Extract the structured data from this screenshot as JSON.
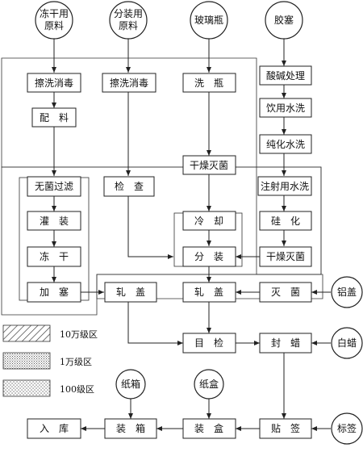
{
  "materials": {
    "freeze_dry_raw": [
      "冻干用",
      "原料"
    ],
    "split_raw": [
      "分装用",
      "原料"
    ],
    "glass_bottle": "玻璃瓶",
    "rubber_stopper": "胶塞",
    "aluminum_cap": "铝盖",
    "white_wax": "白蜡",
    "paper_box": "纸箱",
    "paper_carton": "纸盒",
    "label": "标签"
  },
  "steps": {
    "scrub_disinfect_1": "擦洗消毒",
    "scrub_disinfect_2": "擦洗消毒",
    "wash_bottle": "洗　瓶",
    "acid_base": "酸碱处理",
    "drink_water_wash": "饮用水洗",
    "pure_water_wash": "纯化水洗",
    "batching": "配　料",
    "dry_sterilize_bottle": "干燥灭菌",
    "sterile_filter": "无菌过滤",
    "inspect": "检　查",
    "wfi_wash": "注射用水洗",
    "filling": "灌　装",
    "cooling": "冷　却",
    "siliconize": "硅　化",
    "freeze_dry": "冻　干",
    "dispense": "分　装",
    "dry_sterilize_stopper": "干燥灭菌",
    "stoppering": "加　塞",
    "capping_1": "轧　盖",
    "capping_2": "轧　盖",
    "sterilize_cap": "灭　菌",
    "visual_check": "目　检",
    "wax_seal": "封　蜡",
    "warehouse": "入　库",
    "boxing": "装　箱",
    "carton": "装　盒",
    "labeling": "贴　签"
  },
  "legend": {
    "class_100k": "10万级区",
    "class_10k": "1万级区",
    "class_100": "100级区"
  }
}
